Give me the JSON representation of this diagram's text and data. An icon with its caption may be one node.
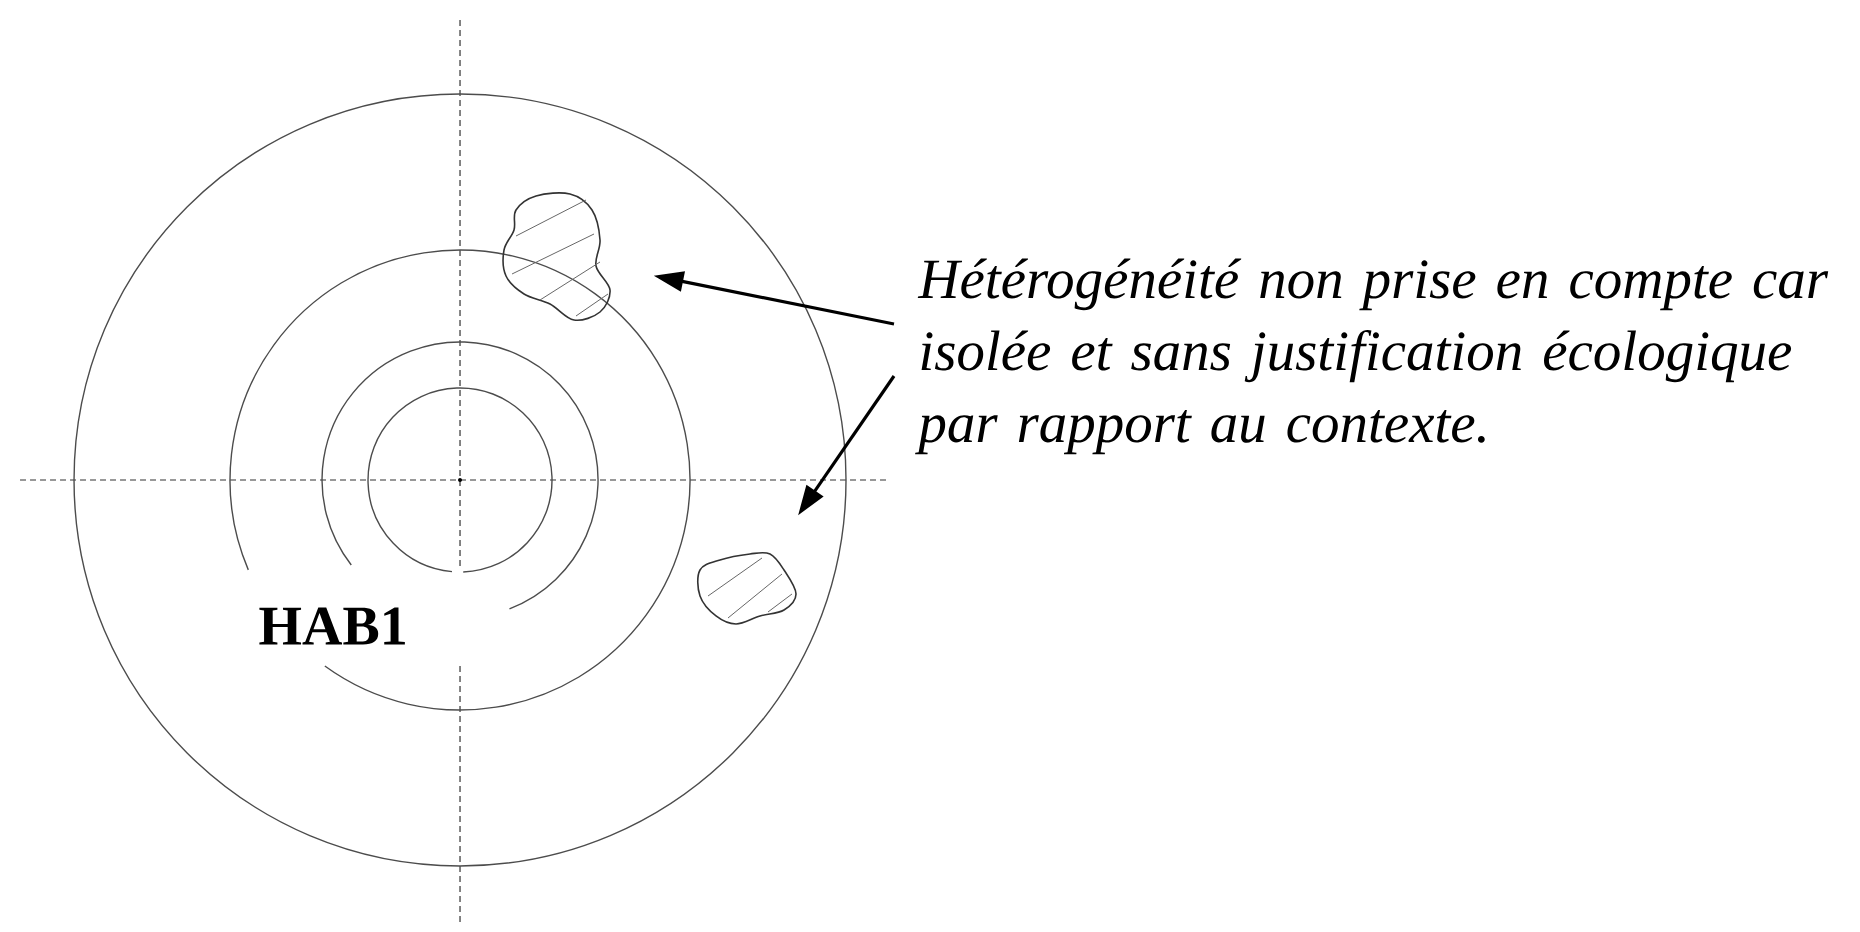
{
  "diagram": {
    "nodes": [
      {
        "text": [
          "Hétérogénéité non prise en compte car isolée et sans justification écologique par rapport au contexte."
        ]
      },
      {
        "text": [],
        "shape": "blob"
      },
      {
        "text": [],
        "shape": "blob"
      }
    ],
    "edges": [
      {
        "from": 0,
        "to": 1,
        "arrow": "to"
      },
      {
        "from": 0,
        "to": 2,
        "arrow": "to"
      }
    ],
    "labels": [
      "HAB1"
    ]
  }
}
